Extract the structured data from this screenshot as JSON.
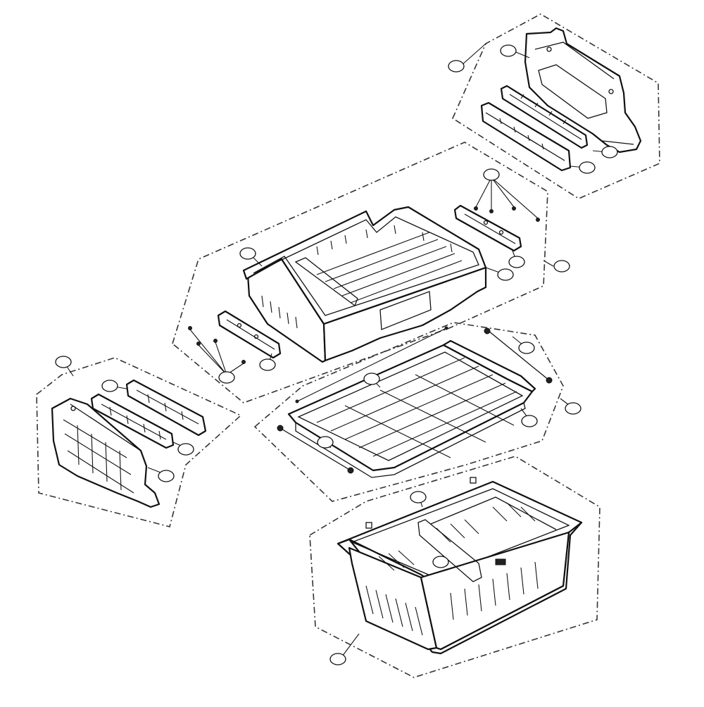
{
  "diagram": {
    "style": "exploded-view line drawing",
    "colors": {
      "line": "#111111",
      "background": "#ffffff"
    },
    "groups": [
      {
        "id": "upper-right-bracket-assembly"
      },
      {
        "id": "upper-drawer-assembly"
      },
      {
        "id": "left-bracket-assembly"
      },
      {
        "id": "middle-shelf-assembly"
      },
      {
        "id": "lower-drawer-assembly"
      }
    ],
    "callouts": [
      {
        "label": ""
      },
      {
        "label": ""
      },
      {
        "label": ""
      },
      {
        "label": ""
      },
      {
        "label": ""
      },
      {
        "label": ""
      },
      {
        "label": ""
      },
      {
        "label": ""
      },
      {
        "label": ""
      },
      {
        "label": ""
      },
      {
        "label": ""
      },
      {
        "label": ""
      },
      {
        "label": ""
      },
      {
        "label": ""
      },
      {
        "label": ""
      },
      {
        "label": ""
      },
      {
        "label": ""
      },
      {
        "label": ""
      },
      {
        "label": ""
      },
      {
        "label": ""
      },
      {
        "label": ""
      },
      {
        "label": ""
      },
      {
        "label": ""
      }
    ]
  }
}
